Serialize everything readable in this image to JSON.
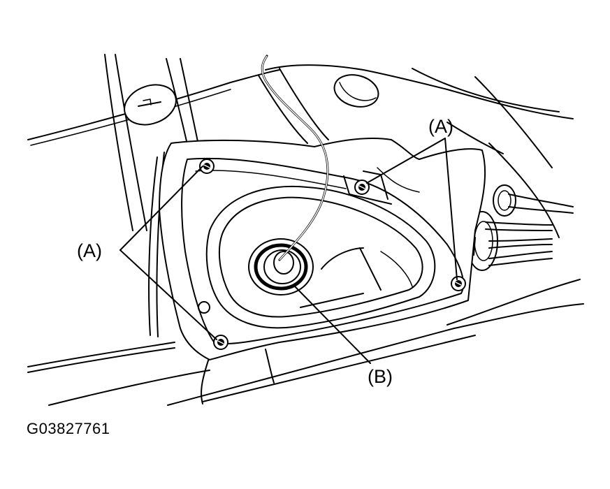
{
  "figure": {
    "callouts": {
      "fastener_label": "(A)",
      "component_label": "(B)"
    },
    "figure_code": "G03827761"
  },
  "colors": {
    "line": "#000000",
    "background": "#ffffff"
  }
}
